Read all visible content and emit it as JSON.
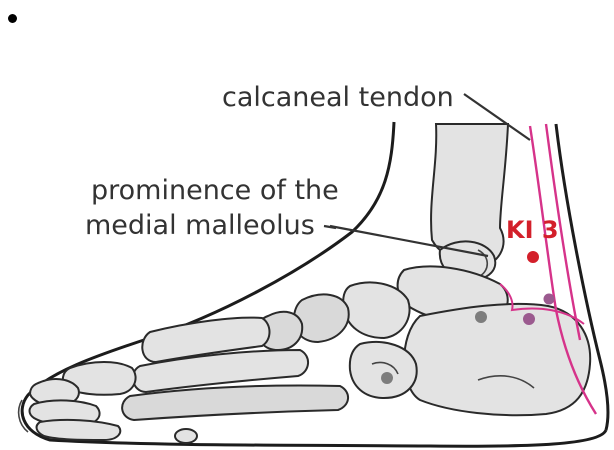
{
  "labels": {
    "calcaneal_tendon": "calcaneal tendon",
    "medial_malleolus_line1": "prominence of the",
    "medial_malleolus_line2": "medial malleolus",
    "acupoint": "KI 3"
  },
  "colors": {
    "acupoint_red": "#d31f2a",
    "meridian_magenta": "#d6338a",
    "point_gray": "#7d7d7d",
    "point_purple": "#9b5a8f",
    "bone_fill": "#e3e3e3",
    "outline": "#1c1c1c"
  },
  "icons": {
    "list_marker": "bullet-dot"
  }
}
